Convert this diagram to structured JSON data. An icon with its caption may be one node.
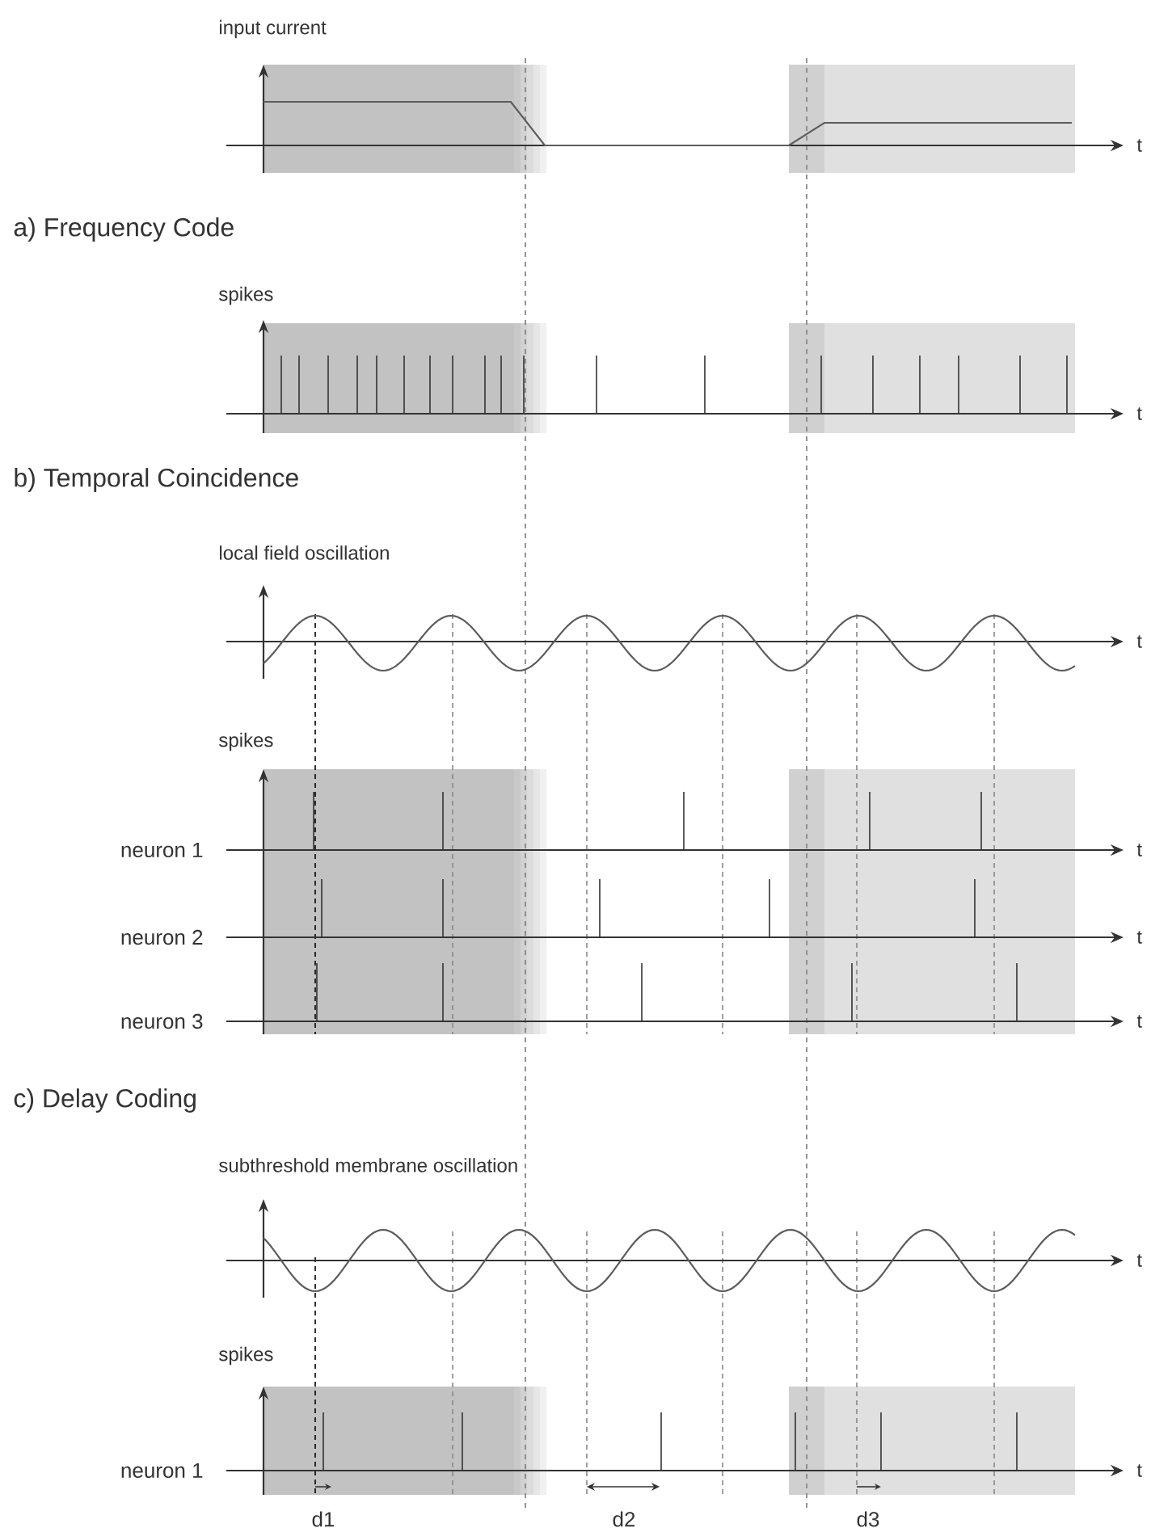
{
  "diagram": {
    "labels": [
      "input current",
      "t",
      "a) Frequency Code",
      "spikes",
      "t",
      "b) Temporal Coincidence",
      "local field oscillation",
      "t",
      "spikes",
      "neuron 1",
      "t",
      "neuron 2",
      "t",
      "neuron 3",
      "t",
      "c) Delay Coding",
      "subthreshold membrane oscillation",
      "t",
      "spikes",
      "neuron 1",
      "t",
      "d1",
      "d2",
      "d3"
    ]
  }
}
